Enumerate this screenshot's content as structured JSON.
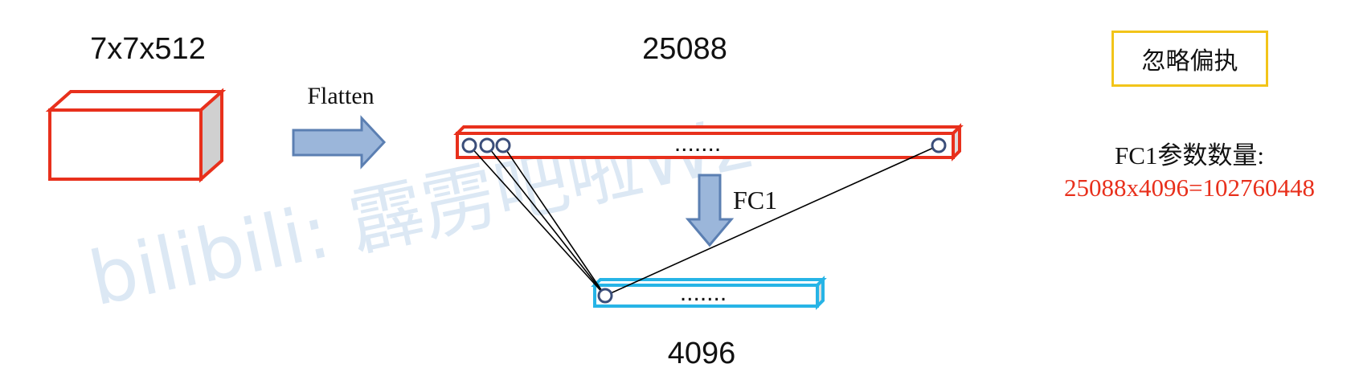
{
  "input_shape_label": "7x7x512",
  "flatten_label": "Flatten",
  "flat_vector_label": "25088",
  "fc_label": "FC1",
  "output_vector_label": "4096",
  "ellipsis": ".......",
  "note_box_text": "忽略偏执",
  "params": {
    "title": "FC1参数数量:",
    "value": "25088x4096=102760448"
  },
  "watermark": "bilibili: 霹雳吧啦Wz",
  "colors": {
    "red": "#e8301c",
    "cyan": "#27b4e6",
    "arrow_fill": "#9bb6da",
    "arrow_stroke": "#5b7fb2",
    "node_stroke": "#3b4e7a",
    "note_border": "#f2c419",
    "value_text": "#e8301c",
    "watermark": "#dce8f4"
  }
}
